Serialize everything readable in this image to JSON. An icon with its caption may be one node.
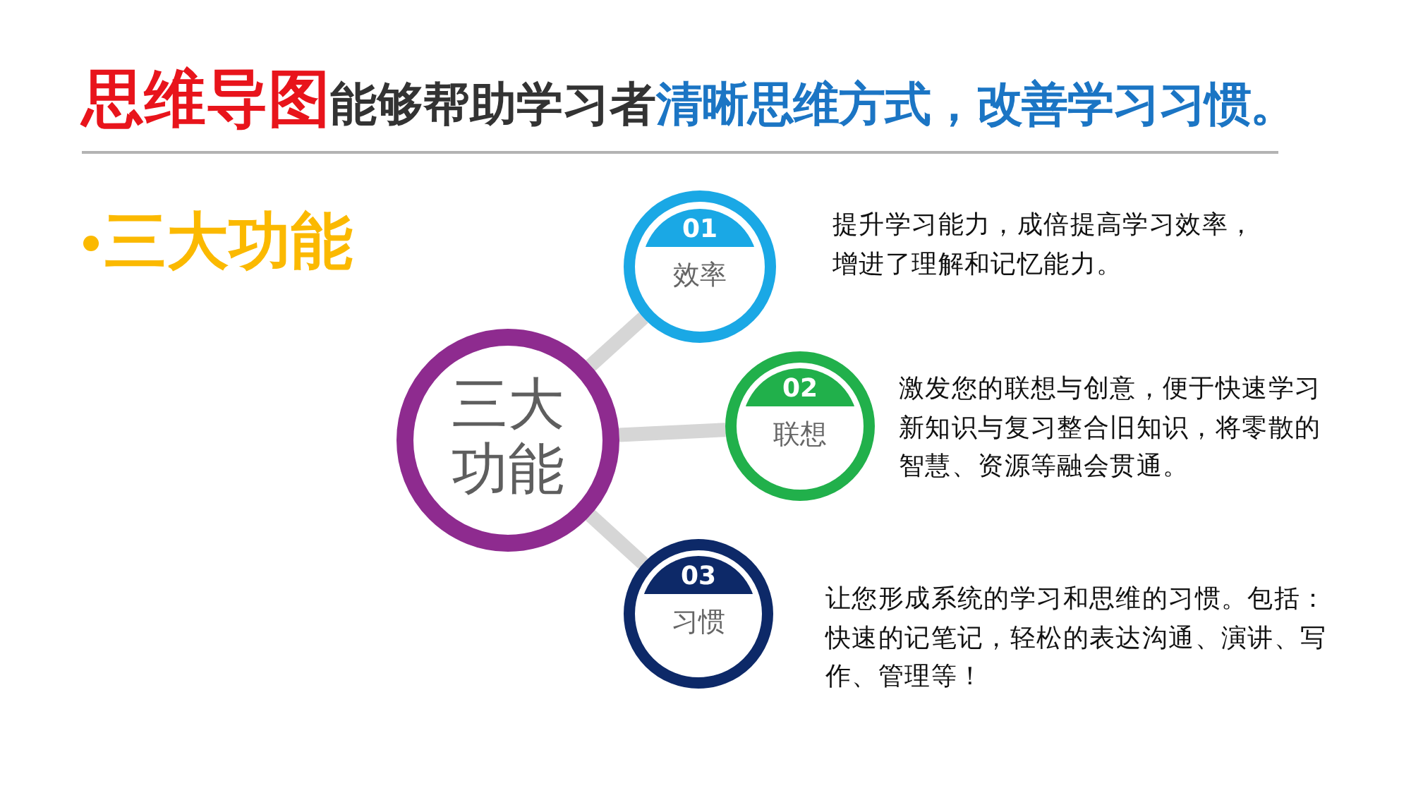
{
  "diagram": {
    "title": "**思维导图**能够帮助学习者**清晰思维方式，改善学习习惯。**",
    "nodes": [
      {
        "text": [
          "三大功能"
        ]
      },
      {
        "text": [
          "01",
          "效率"
        ],
        "beside": [
          "提升学习能力，成倍提高学习效率，增进了理解和记忆能力。"
        ]
      },
      {
        "text": [
          "02",
          "联想"
        ],
        "beside": [
          "激发您的联想与创意，便于快速学习新知识与复习整合旧知识，将零散的智慧、资源等融会贯通。"
        ]
      },
      {
        "text": [
          "03",
          "习惯"
        ],
        "beside": [
          "让您形成系统的学习和思维的习惯。包括：快速的记笔记，轻松的表达沟通、演讲、写作、管理等！"
        ]
      }
    ],
    "edges": [
      {
        "from": 0,
        "to": 1,
        "arrow": "none"
      },
      {
        "from": 0,
        "to": 2,
        "arrow": "none"
      },
      {
        "from": 0,
        "to": 3,
        "arrow": "none"
      }
    ],
    "labels": [
      "三大功能"
    ]
  }
}
